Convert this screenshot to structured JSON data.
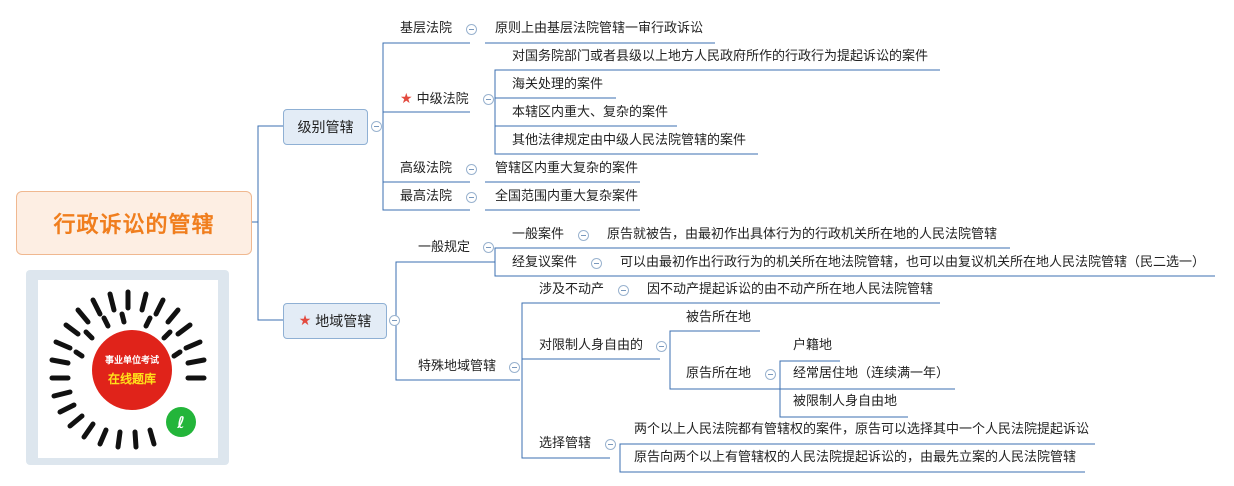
{
  "root": "行政诉讼的管辖",
  "level": {
    "title": "级别管辖",
    "basic": {
      "label": "基层法院",
      "desc": "原则上由基层法院管辖一审行政诉讼"
    },
    "intermediate": {
      "label": "中级法院",
      "items": [
        "对国务院部门或者县级以上地方人民政府所作的行政行为提起诉讼的案件",
        "海关处理的案件",
        "本辖区内重大、复杂的案件",
        "其他法律规定由中级人民法院管辖的案件"
      ]
    },
    "high": {
      "label": "高级法院",
      "desc": "管辖区内重大复杂的案件"
    },
    "supreme": {
      "label": "最高法院",
      "desc": "全国范围内重大复杂案件"
    }
  },
  "region": {
    "title": "地域管辖",
    "general": {
      "label": "一般规定",
      "ordinary": {
        "label": "一般案件",
        "desc": "原告就被告，由最初作出具体行为的行政机关所在地的人民法院管辖"
      },
      "review": {
        "label": "经复议案件",
        "desc": "可以由最初作出行政行为的机关所在地法院管辖，也可以由复议机关所在地人民法院管辖（民二选一）"
      }
    },
    "special": {
      "label": "特殊地域管辖",
      "realty": {
        "label": "涉及不动产",
        "desc": "因不动产提起诉讼的由不动产所在地人民法院管辖"
      },
      "restrict": {
        "label": "对限制人身自由的",
        "defendant": "被告所在地",
        "plaintiff": {
          "label": "原告所在地",
          "items": [
            "户籍地",
            "经常居住地（连续满一年）",
            "被限制人身自由地"
          ]
        }
      },
      "choice": {
        "label": "选择管辖",
        "items": [
          "两个以上人民法院都有管辖权的案件，原告可以选择其中一个人民法院提起诉讼",
          "原告向两个以上有管辖权的人民法院提起诉讼的，由最先立案的人民法院管辖"
        ]
      }
    }
  },
  "qr": {
    "line1": "事业单位考试",
    "line2": "在线题库"
  },
  "colors": {
    "root_text": "#f07e1e",
    "root_bg": "#fdeee3",
    "node_bg": "#e3ecf6",
    "star": "#e34a3f",
    "line": "#3b6fb0"
  }
}
